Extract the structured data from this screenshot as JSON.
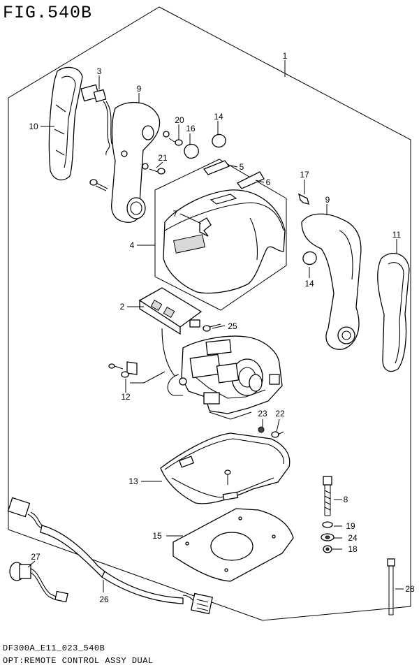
{
  "figure": {
    "title": "FIG.540B",
    "footer_code": "DF300A_E11_023_540B",
    "footer_desc": "OPT:REMOTE CONTROL ASSY DUAL"
  },
  "callouts": [
    "1",
    "2",
    "3",
    "4",
    "5",
    "6",
    "7",
    "8",
    "9",
    "9",
    "10",
    "11",
    "12",
    "13",
    "14",
    "14",
    "15",
    "16",
    "17",
    "18",
    "19",
    "20",
    "21",
    "22",
    "23",
    "24",
    "25",
    "26",
    "27",
    "28"
  ]
}
